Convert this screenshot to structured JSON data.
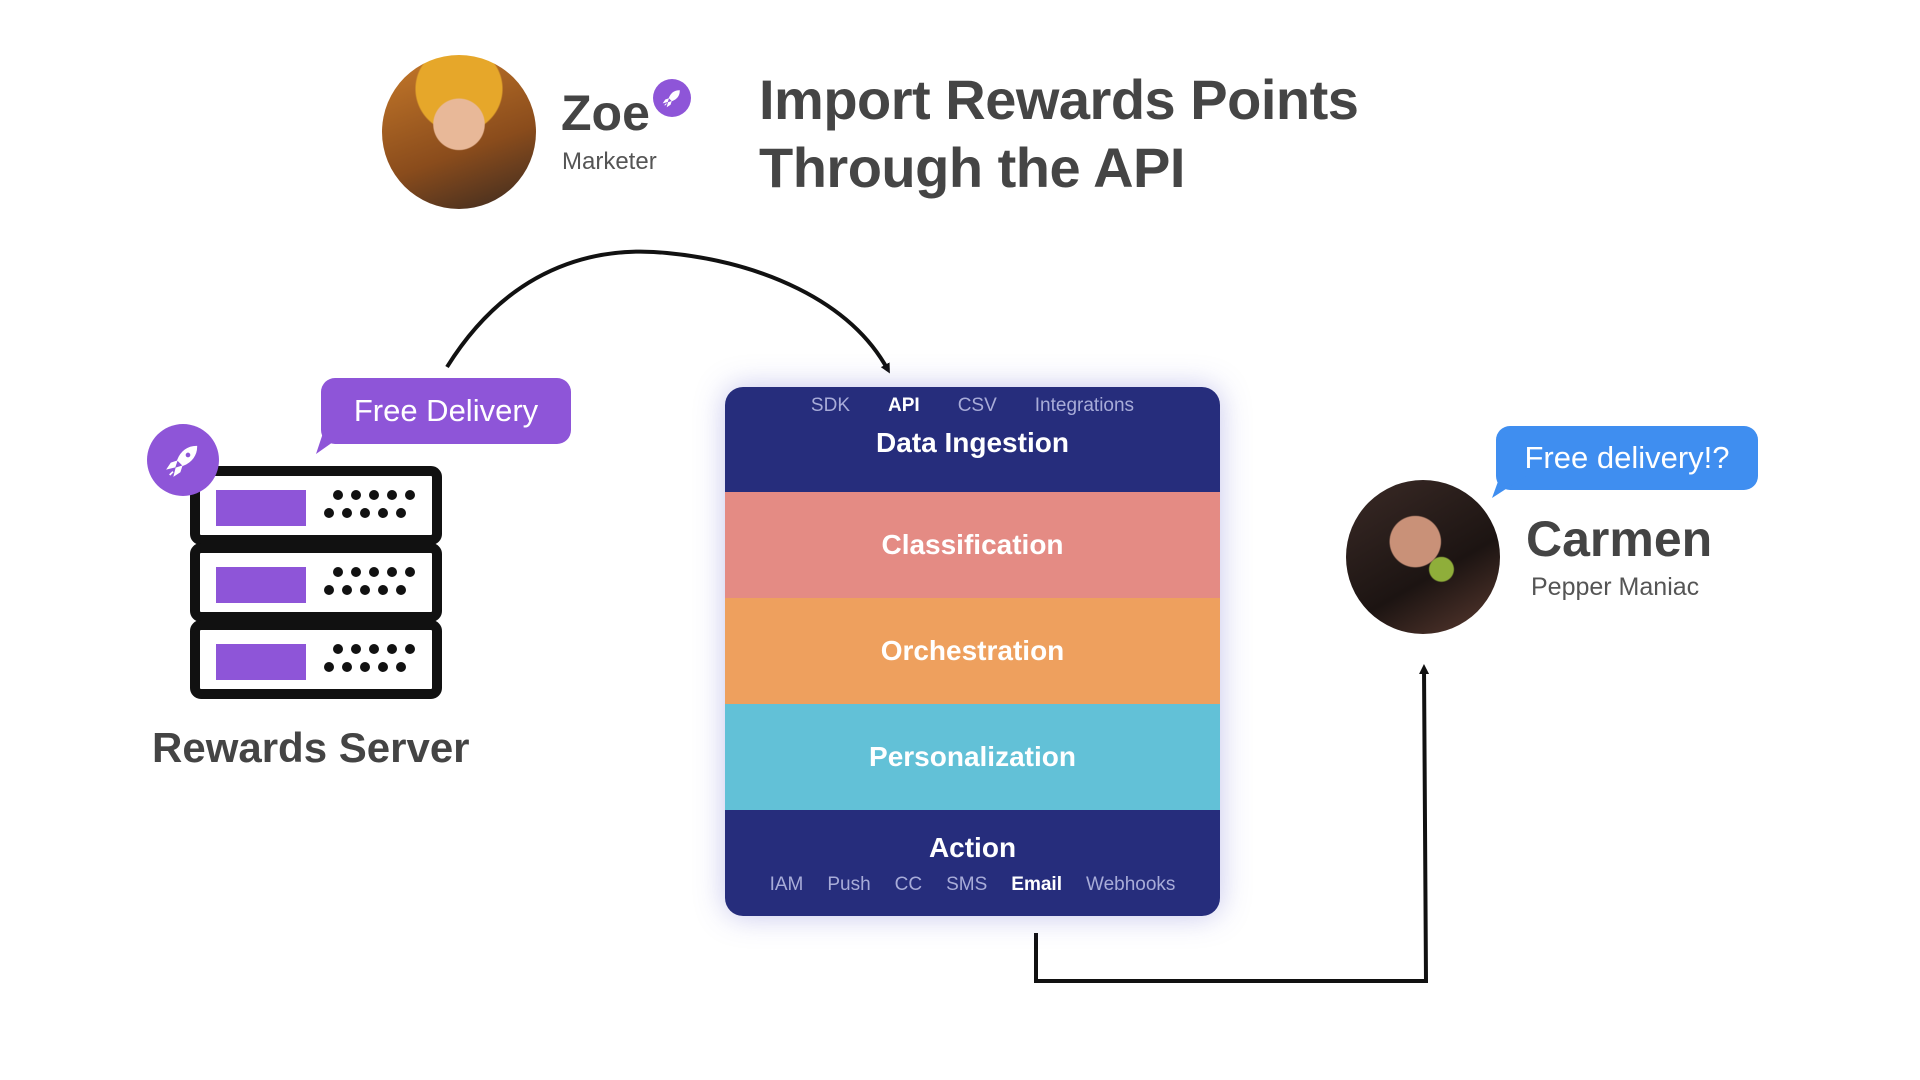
{
  "header": {
    "persona_name": "Zoe",
    "persona_role": "Marketer",
    "title_line1": "Import Rewards Points",
    "title_line2": "Through the API"
  },
  "rewards_server": {
    "label": "Rewards Server",
    "message": "Free Delivery"
  },
  "platform": {
    "ingestion_sources": [
      {
        "label": "SDK",
        "active": false
      },
      {
        "label": "API",
        "active": true
      },
      {
        "label": "CSV",
        "active": false
      },
      {
        "label": "Integrations",
        "active": false
      }
    ],
    "layers": [
      "Data Ingestion",
      "Classification",
      "Orchestration",
      "Personalization",
      "Action"
    ],
    "action_channels": [
      {
        "label": "IAM",
        "active": false
      },
      {
        "label": "Push",
        "active": false
      },
      {
        "label": "CC",
        "active": false
      },
      {
        "label": "SMS",
        "active": false
      },
      {
        "label": "Email",
        "active": true
      },
      {
        "label": "Webhooks",
        "active": false
      }
    ]
  },
  "customer": {
    "name": "Carmen",
    "role": "Pepper Maniac",
    "message": "Free delivery!?"
  },
  "colors": {
    "navy": "#262d7c",
    "classification": "#e48b84",
    "orchestration": "#eea05e",
    "personalization": "#62c1d7",
    "purple": "#8e55d8",
    "blue": "#3f8ef0"
  }
}
